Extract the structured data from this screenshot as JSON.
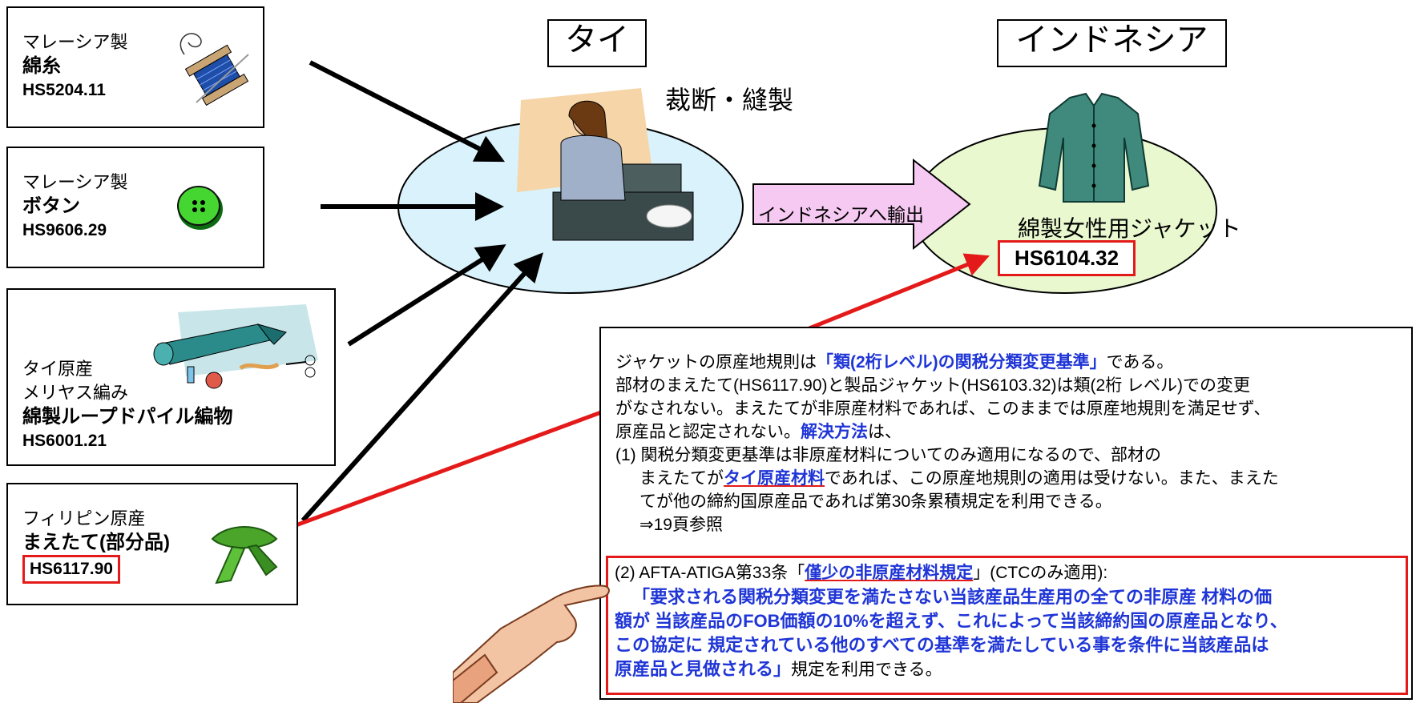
{
  "materials": [
    {
      "origin": "マレーシア製",
      "name": "綿糸",
      "code": "HS5204.11",
      "icon": "thread-spool-icon"
    },
    {
      "origin": "マレーシア製",
      "name": "ボタン",
      "code": "HS9606.29",
      "icon": "button-icon"
    },
    {
      "origin": "タイ原産",
      "origin2": "メリヤス編み",
      "name": "綿製ループドパイル編物",
      "code": "HS6001.21",
      "icon": "fabric-roll-icon"
    },
    {
      "origin": "フィリピン原産",
      "name": "まえたて(部分品)",
      "code": "HS6117.90",
      "icon": "scarf-icon"
    }
  ],
  "thailand": {
    "label": "タイ",
    "process": "裁断・縫製",
    "icon": "seamstress-icon"
  },
  "indonesia": {
    "label": "インドネシア",
    "product": "綿製女性用ジャケット",
    "code": "HS6104.32",
    "icon": "jacket-icon"
  },
  "export_arrow": "インドネシアへ輸出",
  "explanation": {
    "l1_a": "ジャケットの原産地規則は",
    "l1_b": "「類(2桁レベル)の関税分類変更基準」",
    "l1_c": "である。",
    "l2": "部材のまえたて(HS6117.90)と製品ジャケット(HS6103.32)は類(2桁 レベル)での変更",
    "l3": "がなされない。まえたてが非原産材料であれば、このままでは原産地規則を満足せず、",
    "l4_a": "原産品と認定されない。",
    "l4_b": "解決方法",
    "l4_c": "は、",
    "p1_a": "(1) 関税分類変更基準は非原産材料についてのみ適用になるので、部材の",
    "p1_b1": "まえたてが",
    "p1_b2": "タイ原産材料",
    "p1_b3": "であれば、この原産地規則の適用は受けない。また、まえた",
    "p1_c": "てが他の締約国原産品であれば第30条累積規定を利用できる。",
    "p1_d": "⇒19頁参照",
    "p2_a1": "(2) AFTA-ATIGA第33条「",
    "p2_a2": "僅少の非原産材料規定",
    "p2_a3": "」(CTCのみ適用):",
    "p2_b": "「要求される関税分類変更を満たさない当該産品生産用の全ての非原産 材料の価",
    "p2_c": "額が 当該産品のFOB価額の10%を超えず、これによって当該締約国の原産品となり、",
    "p2_d": "この協定に 規定されている他のすべての基準を満たしている事を条件に当該産品は",
    "p2_e1": "原産品と見做される」",
    "p2_e2": "規定を利用できる。"
  },
  "colors": {
    "red": "#e41a1a",
    "blue": "#1f35d6",
    "oval_left": "#d9f2fb",
    "oval_right": "#e9f8cf",
    "arrow_fill": "#f6c9f2"
  }
}
